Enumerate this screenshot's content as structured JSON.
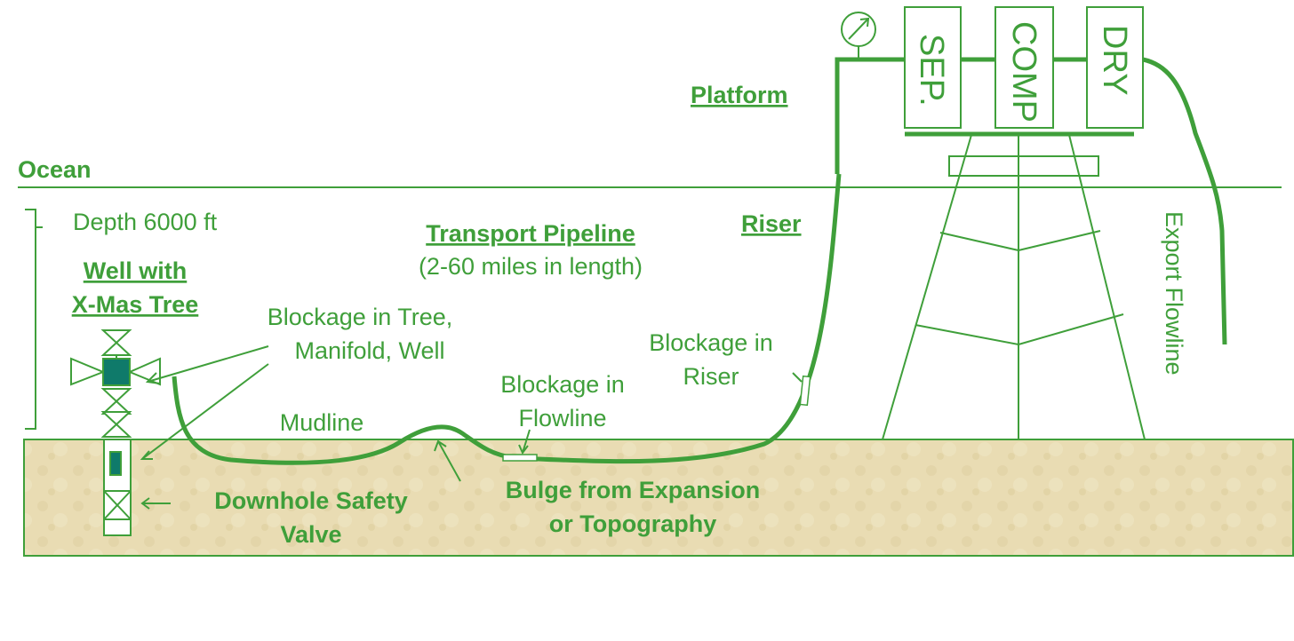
{
  "colors": {
    "line": "#3f9f3a",
    "seabed": "#e8dcb4",
    "seabed_dark": "#d6c79a",
    "teal": "#0f7a6a"
  },
  "labels": {
    "ocean": "Ocean",
    "platform": "Platform",
    "riser": "Riser",
    "depth": "Depth 6000 ft",
    "well_line1": "Well with",
    "well_line2": "X-Mas Tree",
    "transport_pipeline": "Transport Pipeline",
    "transport_length": "(2-60 miles in length)",
    "blockage_tree_line1": "Blockage in Tree,",
    "blockage_tree_line2": "Manifold, Well",
    "blockage_riser_line1": "Blockage in",
    "blockage_riser_line2": "Riser",
    "blockage_flowline_line1": "Blockage in",
    "blockage_flowline_line2": "Flowline",
    "mudline": "Mudline",
    "bulge_line1": "Bulge from Expansion",
    "bulge_line2": "or Topography",
    "dsv_line1": "Downhole Safety",
    "dsv_line2": "Valve",
    "export_flowline": "Export Flowline",
    "sep": "SEP.",
    "comp": "COMP",
    "dry": "DRY"
  }
}
